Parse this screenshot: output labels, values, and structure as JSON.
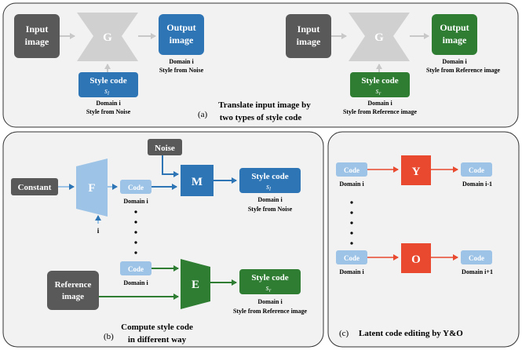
{
  "colors": {
    "panel_bg": "#f2f2f2",
    "dark_gray": "#595959",
    "light_gray": "#d0d0d0",
    "blue": "#2e75b6",
    "light_blue": "#9dc3e6",
    "green": "#2e7d32",
    "red": "#e8492f",
    "arrow_blue": "#2e75b6",
    "arrow_green": "#2e7d32",
    "arrow_red": "#e8492f"
  },
  "panel_a": {
    "left": {
      "input_label": [
        "Input",
        "image"
      ],
      "generator": "G",
      "output_label": [
        "Output",
        "image"
      ],
      "output_caption": [
        "Domain i",
        "Style from Noise"
      ],
      "style_label": "Style code",
      "style_symbol": "s",
      "style_sub": "l",
      "style_caption": [
        "Domain i",
        "Style from Noise"
      ]
    },
    "right": {
      "input_label": [
        "Input",
        "image"
      ],
      "generator": "G",
      "output_label": [
        "Output",
        "image"
      ],
      "output_caption": [
        "Domain i",
        "Style from Reference image"
      ],
      "style_label": "Style code",
      "style_symbol": "s",
      "style_sub": "r",
      "style_caption": [
        "Domain i",
        "Style from Reference image"
      ]
    },
    "caption_prefix": "(a)",
    "caption": [
      "Translate input image by",
      "two types of style code"
    ]
  },
  "panel_b": {
    "noise": "Noise",
    "constant": "Constant",
    "mapper_f": "F",
    "mapper_m": "M",
    "encoder": "E",
    "code_top": "Code",
    "code_top_caption": "Domain i",
    "i_label": "i",
    "code_bottom": "Code",
    "code_bottom_caption": "Domain i",
    "reference_label": [
      "Reference",
      "image"
    ],
    "style_noise_label": "Style code",
    "style_noise_symbol": "s",
    "style_noise_sub": "l",
    "style_noise_caption": [
      "Domain i",
      "Style from Noise"
    ],
    "style_ref_label": "Style code",
    "style_ref_symbol": "s",
    "style_ref_sub": "r",
    "style_ref_caption": [
      "Domain i",
      "Style from Reference image"
    ],
    "caption_prefix": "(b)",
    "caption": [
      "Compute style code",
      "in different way"
    ]
  },
  "panel_c": {
    "y_label": "Y",
    "o_label": "O",
    "code_in_top": "Code",
    "code_in_top_caption": "Domain i",
    "code_out_top": "Code",
    "code_out_top_caption": "Domain i-1",
    "code_in_bottom": "Code",
    "code_in_bottom_caption": "Domain i",
    "code_out_bottom": "Code",
    "code_out_bottom_caption": "Domain i+1",
    "caption_prefix": "(c)",
    "caption": "Latent code editing by Y&O"
  }
}
